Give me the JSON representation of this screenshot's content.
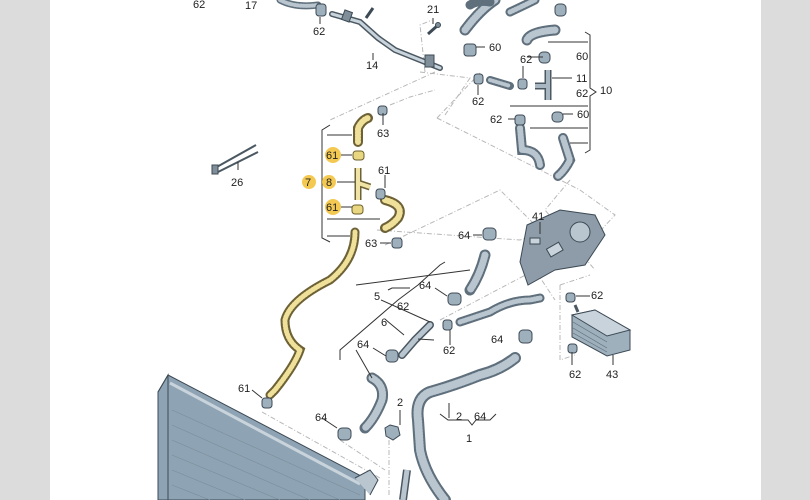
{
  "diagram": {
    "title": "Coolant hoses exploded view",
    "highlight_color": "#f3c33f",
    "hose_color": "#9fb0bd",
    "highlighted_hose_color": "#e8d680",
    "callouts": {
      "c62_top": "62",
      "c17": "17",
      "c62_a": "62",
      "c14": "14",
      "c21": "21",
      "c60_a": "60",
      "c60_b": "60",
      "c62_b": "62",
      "c11": "11",
      "c62_c": "62",
      "c10": "10",
      "c62_d": "62",
      "c62_e": "62",
      "c60_c": "60",
      "c63_a": "63",
      "c61_a": "61",
      "c7": "7",
      "c8": "8",
      "c61_b": "61",
      "c61_c": "61",
      "c26": "26",
      "c63_b": "63",
      "c41": "41",
      "c64_a": "64",
      "c5": "5",
      "c62_f": "62",
      "c64_b": "64",
      "c6": "6",
      "c62_g": "62",
      "c64_c": "64",
      "c62_h": "62",
      "c62_i": "62",
      "c43": "43",
      "c64_d": "64",
      "c61_d": "61",
      "c64_e": "64",
      "c2_a": "2",
      "c2_b": "2",
      "c64_f": "64",
      "c1": "1"
    }
  }
}
